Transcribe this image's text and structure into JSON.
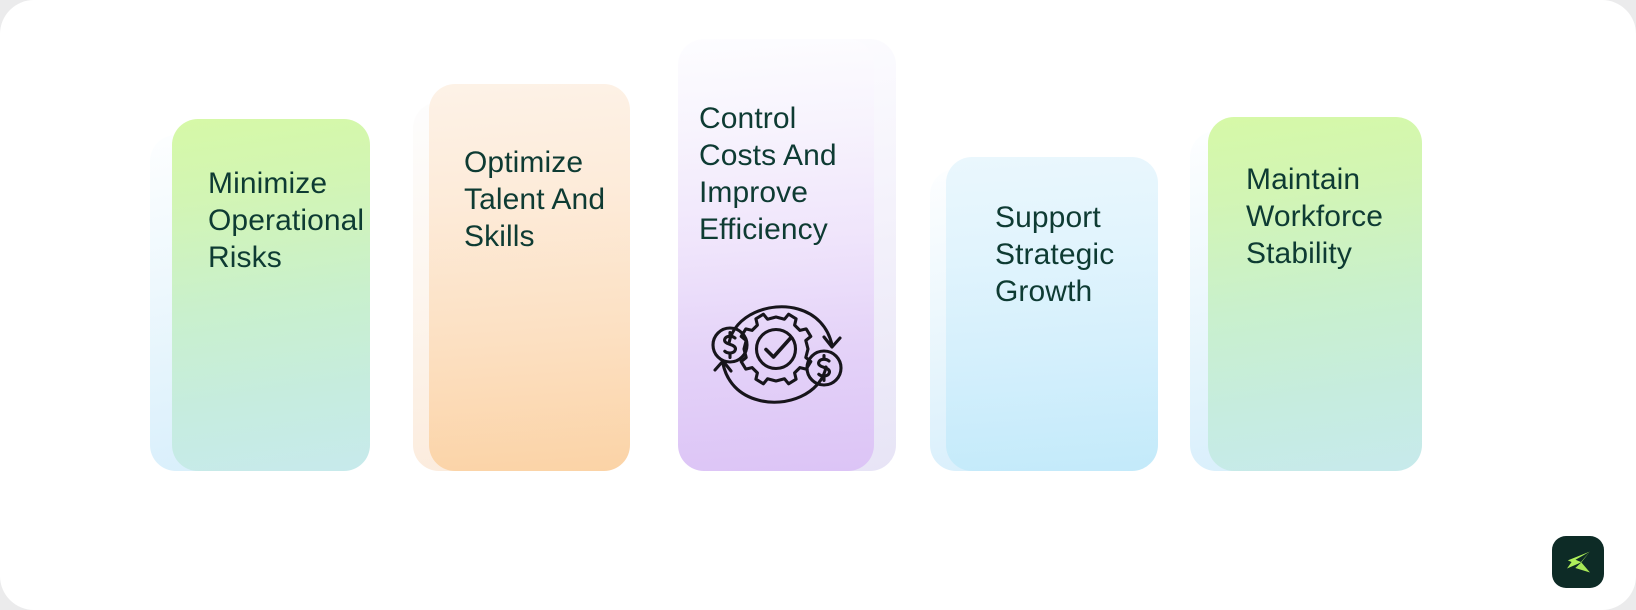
{
  "canvas": {
    "background_color": "#ffffff",
    "page_background_color": "#ebebec",
    "text_color": "#0e3b33"
  },
  "cards": [
    {
      "id": "minimize-operational-risks",
      "title": "Minimize\nOperational\nRisks",
      "palette": "green",
      "accent_top": "#d6f9a7",
      "accent_bottom": "#c7eaec",
      "active": false,
      "has_icon": false
    },
    {
      "id": "optimize-talent-and-skills",
      "title": "Optimize\nTalent And\n Skills",
      "palette": "peach",
      "accent_top": "#fdf2e7",
      "accent_bottom": "#fbd3a6",
      "active": false,
      "has_icon": false
    },
    {
      "id": "control-costs-and-improve-efficiency",
      "title": "Control\nCosts And\nImprove\nEfficiency",
      "palette": "purple",
      "accent_top": "#fdfdff",
      "accent_bottom": "#dcc4f6",
      "active": true,
      "has_icon": true,
      "icon_name": "cost-efficiency-gear-icon"
    },
    {
      "id": "support-strategic-growth",
      "title": "Support\nStrategic\nGrowth",
      "palette": "blue",
      "accent_top": "#eaf7fd",
      "accent_bottom": "#c3eafa",
      "active": false,
      "has_icon": false
    },
    {
      "id": "maintain-workforce-stability",
      "title": "Maintain\nWorkforce\nStability",
      "palette": "green",
      "accent_top": "#d6f9a7",
      "accent_bottom": "#c7eaec",
      "active": false,
      "has_icon": false
    }
  ],
  "logo": {
    "name": "brand-logo",
    "background_color": "#0d2b26",
    "mark_color": "#aef05a"
  }
}
